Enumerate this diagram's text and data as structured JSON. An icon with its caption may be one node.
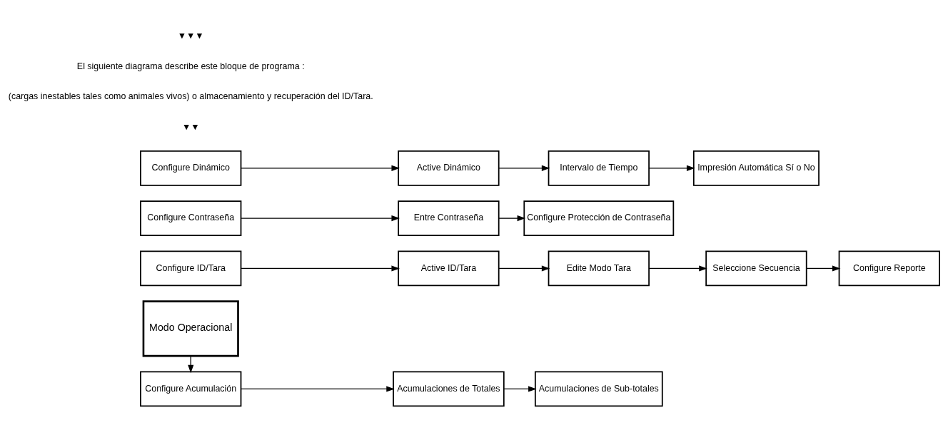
{
  "diagram": {
    "nodes": [
      {
        "text": [
          "Modo Operacional"
        ]
      },
      {
        "text": [
          "Configure Acumulación"
        ]
      },
      {
        "text": [
          "Acumulaciones de Totales"
        ]
      },
      {
        "text": [
          "Acumulaciones de Sub-totales"
        ]
      },
      {
        "text": [
          "Configure ID/Tara"
        ]
      },
      {
        "text": [
          "Active ID/Tara"
        ]
      },
      {
        "text": [
          "Edite Modo Tara"
        ]
      },
      {
        "text": [
          "Seleccione Secuencia"
        ]
      },
      {
        "text": [
          "Configure Reporte"
        ]
      },
      {
        "text": [
          "Configure Contraseña"
        ]
      },
      {
        "text": [
          "Entre Contraseña"
        ]
      },
      {
        "text": [
          "Configure Protección de Contraseña"
        ]
      },
      {
        "text": [
          "Configure Dinámico"
        ]
      },
      {
        "text": [
          "Active Dinámico"
        ]
      },
      {
        "text": [
          "Intervalo de Tiempo"
        ]
      },
      {
        "text": [
          "Impresión Automática Sí o No"
        ]
      }
    ],
    "edges": [
      {
        "from": 0,
        "to": 1,
        "arrow": "to"
      },
      {
        "from": 1,
        "to": 2,
        "arrow": "to"
      },
      {
        "from": 2,
        "to": 3,
        "arrow": "to"
      },
      {
        "from": 4,
        "to": 5,
        "arrow": "to"
      },
      {
        "from": 5,
        "to": 6,
        "arrow": "to"
      },
      {
        "from": 6,
        "to": 7,
        "arrow": "to"
      },
      {
        "from": 7,
        "to": 8,
        "arrow": "to"
      },
      {
        "from": 9,
        "to": 10,
        "arrow": "to"
      },
      {
        "from": 10,
        "to": 11,
        "arrow": "to"
      },
      {
        "from": 12,
        "to": 13,
        "arrow": "to"
      },
      {
        "from": 13,
        "to": 14,
        "arrow": "to"
      },
      {
        "from": 14,
        "to": 15,
        "arrow": "to"
      }
    ],
    "labels": [
      "▼▼",
      "(cargas inestables tales como animales vivos) o almacenamiento y recuperación del ID/Tara.",
      "El siguiente diagrama describe este bloque de programa :",
      "▼▼▼"
    ]
  }
}
